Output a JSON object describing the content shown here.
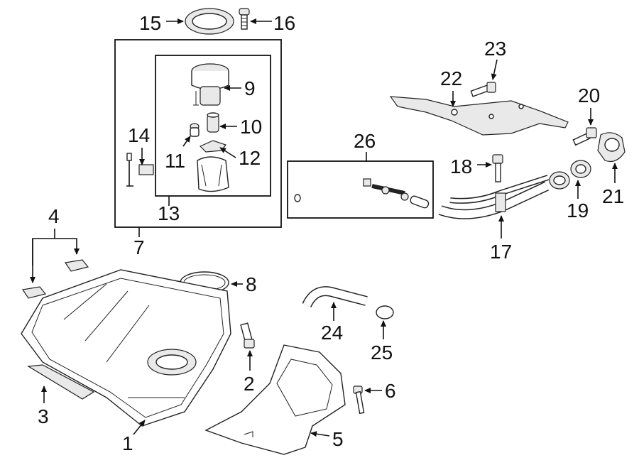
{
  "callouts": {
    "p1": "1",
    "p2": "2",
    "p3": "3",
    "p4": "4",
    "p5": "5",
    "p6": "6",
    "p7": "7",
    "p8": "8",
    "p9": "9",
    "p10": "10",
    "p11": "11",
    "p12": "12",
    "p13": "13",
    "p14": "14",
    "p15": "15",
    "p16": "16",
    "p17": "17",
    "p18": "18",
    "p19": "19",
    "p20": "20",
    "p21": "21",
    "p22": "22",
    "p23": "23",
    "p24": "24",
    "p25": "25",
    "p26": "26"
  }
}
